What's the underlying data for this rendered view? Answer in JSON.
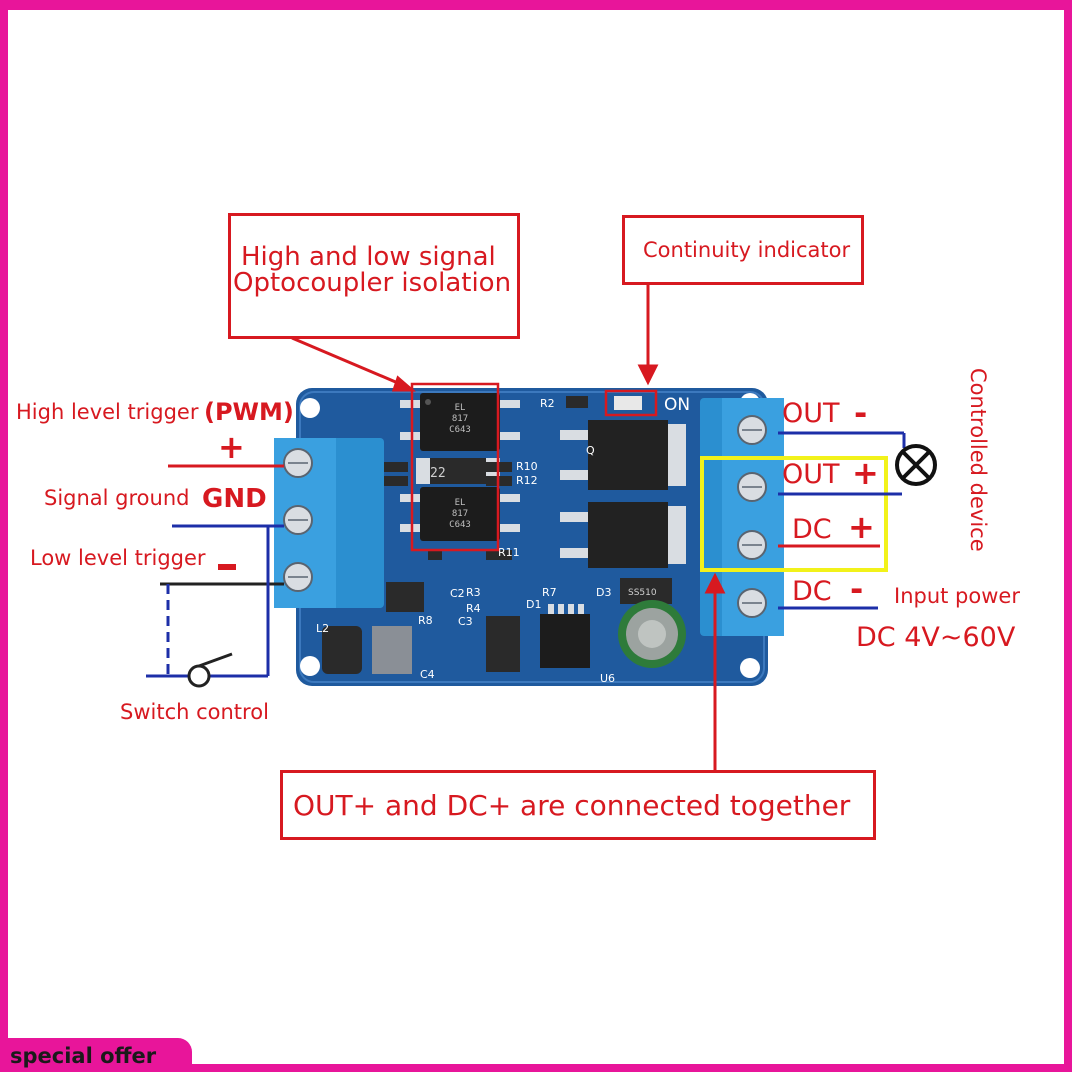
{
  "callouts": {
    "optocoupler_line1": "High and low signal",
    "optocoupler_line2": "Optocoupler isolation",
    "continuity": "Continuity indicator",
    "connected": "OUT+ and DC+ are connected together"
  },
  "left_labels": {
    "high_level": "High level trigger",
    "pwm": "(PWM)",
    "plus": "+",
    "signal_ground": "Signal ground",
    "gnd": "GND",
    "low_level": "Low level trigger",
    "minus": "-",
    "switch": "Switch control"
  },
  "right_labels": {
    "out_minus_text": "OUT",
    "out_minus_sign": "-",
    "out_plus_text": "OUT",
    "out_plus_sign": "+",
    "dc_plus_text": "DC",
    "dc_plus_sign": "+",
    "dc_minus_text": "DC",
    "dc_minus_sign": "-",
    "controlled_device": "Controlled device",
    "input_power": "Input power",
    "voltage": "DC 4V~60V"
  },
  "board": {
    "on_label": "ON",
    "r2": "R2",
    "r10": "R10",
    "r12": "R12",
    "r11": "R11",
    "r3": "R3",
    "r7": "R7",
    "r8": "R8",
    "r4": "R4",
    "c2": "C2",
    "c3": "C3",
    "c4": "C4",
    "d1": "D1",
    "d3": "D3",
    "l2": "L2",
    "u6": "U6",
    "q": "Q",
    "opto1_code": "EL\n817\nC643",
    "opto2_code": "EL\n817\nC643",
    "diode_code": "22",
    "ss_code": "SS510"
  },
  "badge": {
    "text": "special offer"
  },
  "colors": {
    "frame": "#e8159a",
    "callout": "#d71920",
    "board": "#1f5a9e",
    "terminal": "#2b8fd0",
    "wire_blue": "#1d2fa8",
    "highlight": "#f2f21a"
  }
}
